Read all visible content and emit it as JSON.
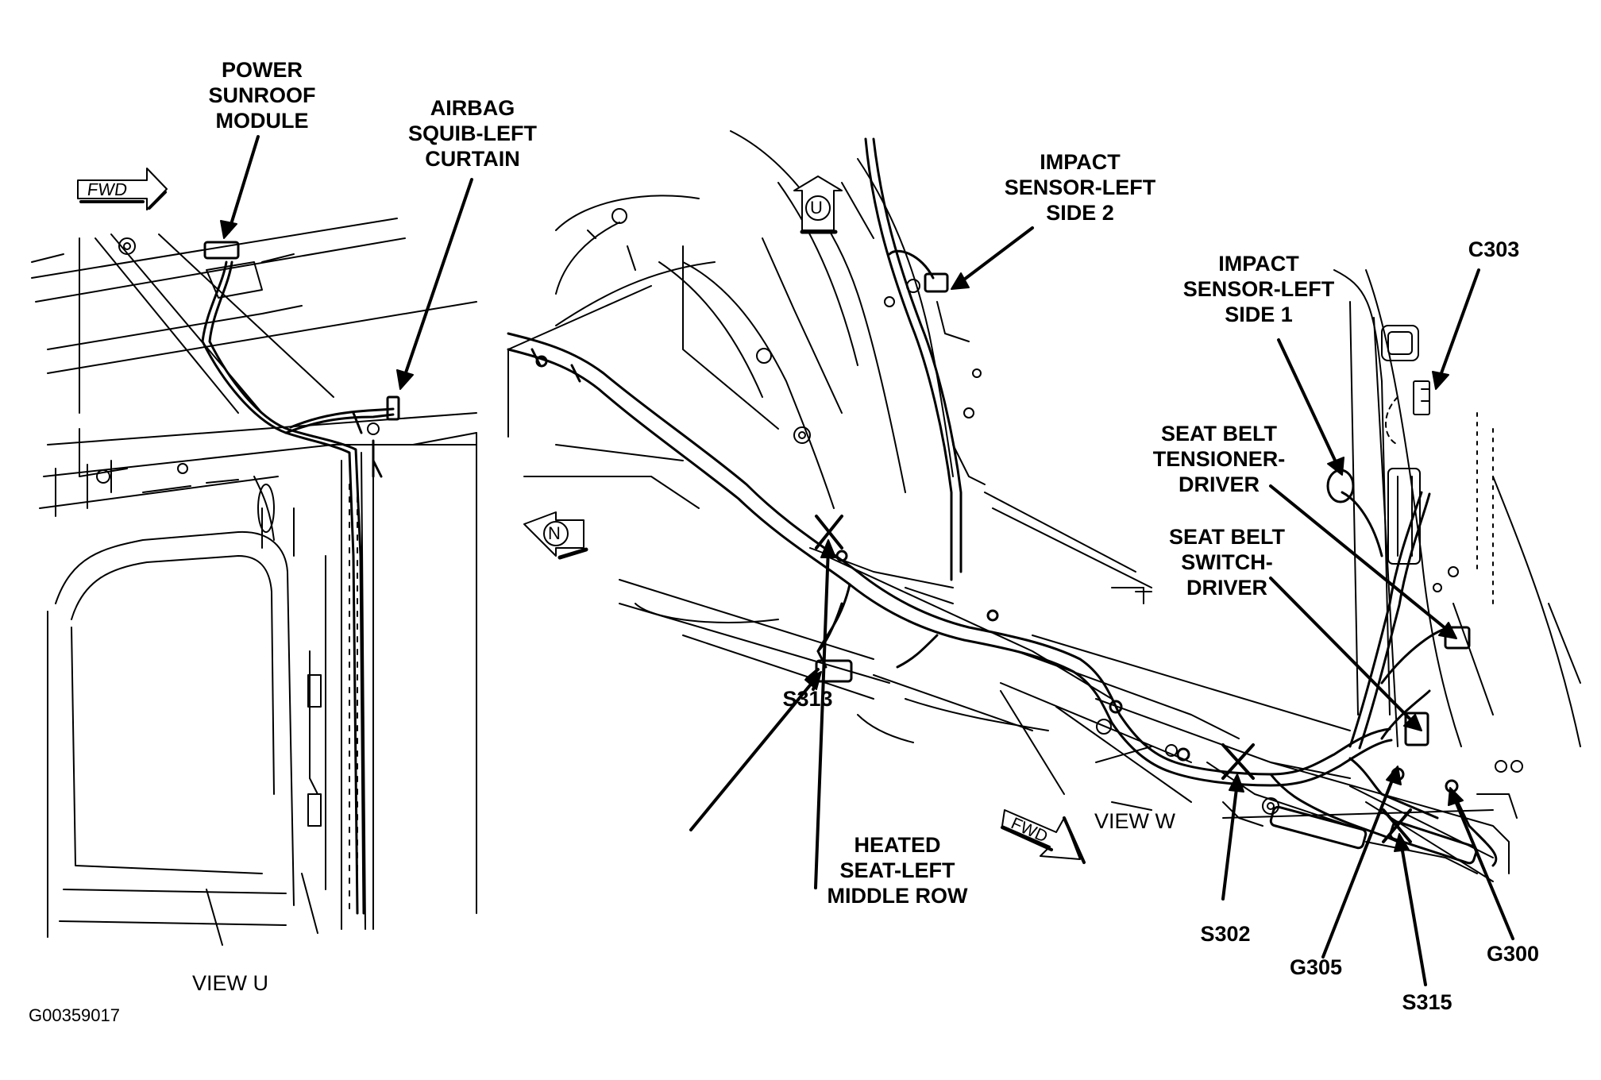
{
  "views": {
    "left": "VIEW U",
    "right": "VIEW W"
  },
  "figure_id": "G00359017",
  "direction_badges": {
    "fwd_left": "FWD",
    "fwd_right": "FWD",
    "up": "U",
    "north": "N"
  },
  "labels": {
    "power_sunroof": [
      "POWER",
      "SUNROOF",
      "MODULE"
    ],
    "airbag_squib": [
      "AIRBAG",
      "SQUIB-LEFT",
      "CURTAIN"
    ],
    "impact_sensor_2": [
      "IMPACT",
      "SENSOR-LEFT",
      "SIDE 2"
    ],
    "impact_sensor_1": [
      "IMPACT",
      "SENSOR-LEFT",
      "SIDE 1"
    ],
    "c303": "C303",
    "seat_belt_tensioner": [
      "SEAT BELT",
      "TENSIONER-",
      "DRIVER"
    ],
    "seat_belt_switch": [
      "SEAT BELT",
      "SWITCH-",
      "DRIVER"
    ],
    "s313": "S313",
    "heated_seat": [
      "HEATED",
      "SEAT-LEFT",
      "MIDDLE ROW"
    ],
    "s302": "S302",
    "g305": "G305",
    "s315": "S315",
    "g300": "G300"
  }
}
